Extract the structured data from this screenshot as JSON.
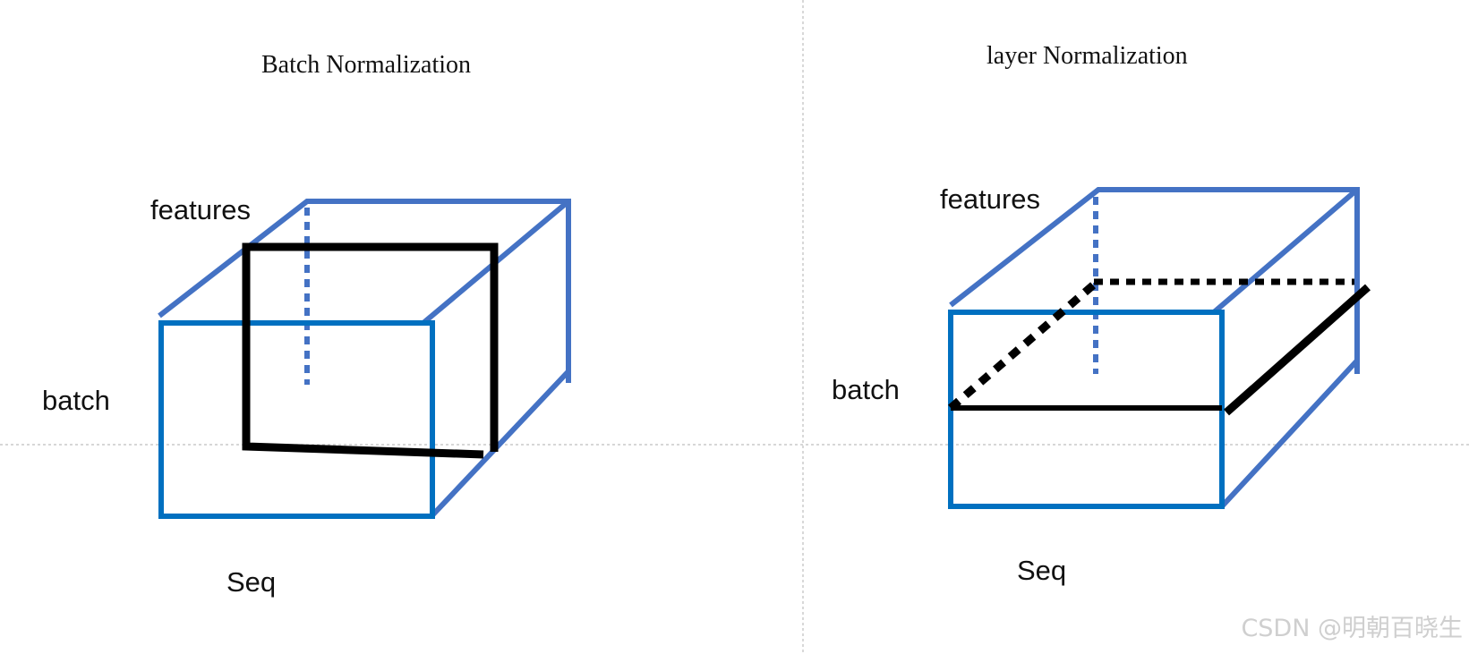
{
  "panels": {
    "batch_norm": {
      "title": "Batch Normalization",
      "label_features": "features",
      "label_batch": "batch",
      "label_seq": "Seq"
    },
    "layer_norm": {
      "title": "layer Normalization",
      "label_features": "features",
      "label_batch": "batch",
      "label_seq": "Seq"
    }
  },
  "watermark": "CSDN @明朝百晓生",
  "colors": {
    "cube_back": "#4472C4",
    "cube_front": "#0070C0",
    "highlight": "#000000",
    "guide": "#bfbfbf"
  }
}
